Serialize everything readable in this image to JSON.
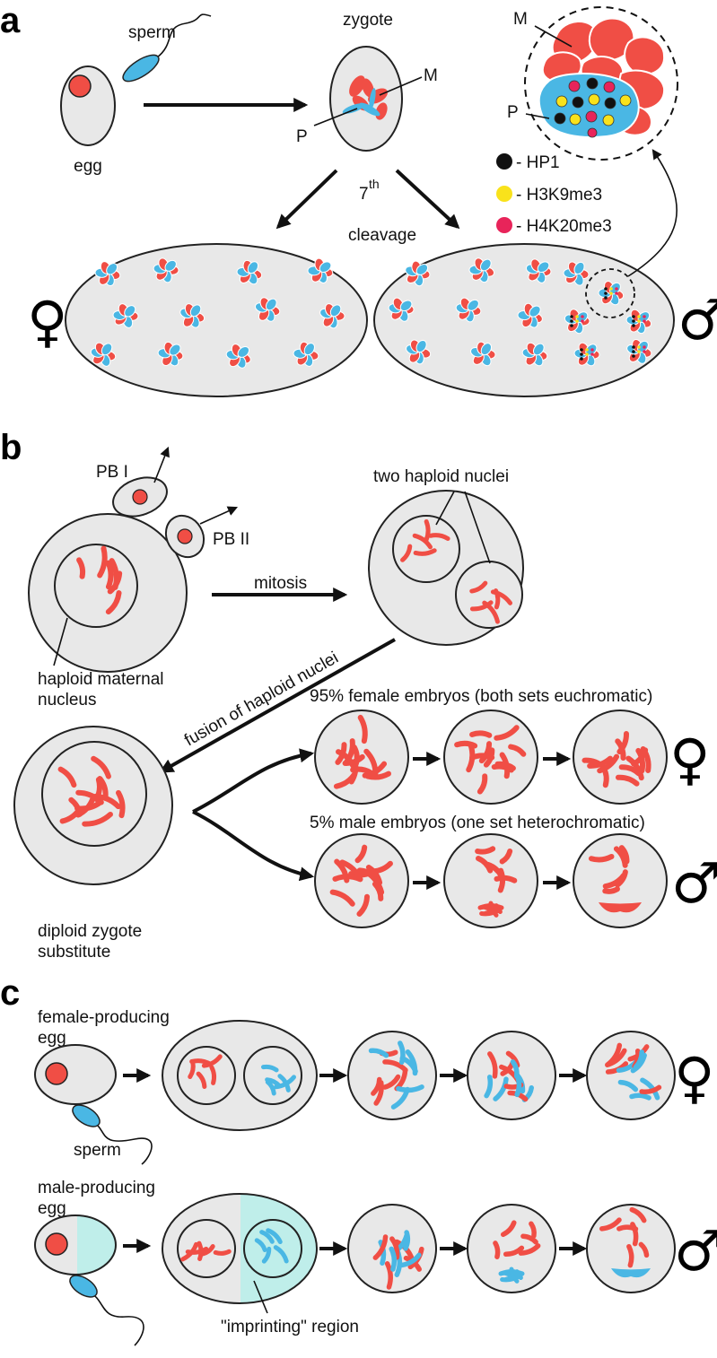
{
  "colors": {
    "maternal": "#f04e45",
    "paternal": "#4ab7e4",
    "cell": "#e8e8e8",
    "imprint": "#bfeeea",
    "hp1": "#111111",
    "h3k9": "#f9e21b",
    "h4k20": "#e8245a"
  },
  "panel_a": {
    "letter": "a",
    "sperm": "sperm",
    "zygote": "zygote",
    "egg": "egg",
    "M": "M",
    "P": "P",
    "cleavage_num": "7",
    "cleavage_sup": "th",
    "cleavage_word": "cleavage",
    "legend": [
      "- HP1",
      "- H3K9me3",
      "- H4K20me3"
    ],
    "female_symbol": "♀",
    "male_symbol": "♂"
  },
  "panel_b": {
    "letter": "b",
    "pb1": "PB I",
    "pb2": "PB II",
    "two_haploid": "two haploid nuclei",
    "mitosis": "mitosis",
    "haploid_line1": "haploid maternal",
    "haploid_line2": "nucleus",
    "fusion": "fusion of haploid nuclei",
    "female_embryos": "95% female embryos (both sets euchromatic)",
    "male_embryos": "5% male embryos (one set heterochromatic)",
    "diploid_line1": "diploid zygote",
    "diploid_line2": "substitute",
    "female_symbol": "♀",
    "male_symbol": "♂"
  },
  "panel_c": {
    "letter": "c",
    "female_egg_line1": "female-producing",
    "female_egg_line2": "egg",
    "sperm": "sperm",
    "male_egg_line1": "male-producing",
    "male_egg_line2": "egg",
    "imprinting": "\"imprinting\" region",
    "female_symbol": "♀",
    "male_symbol": "♂"
  }
}
